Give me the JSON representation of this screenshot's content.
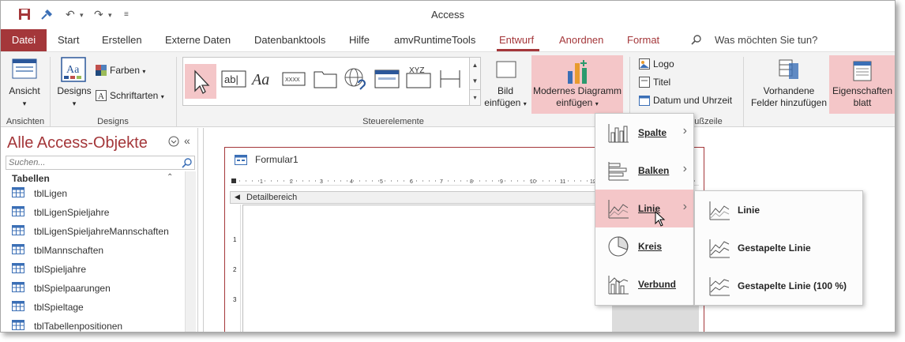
{
  "app": {
    "title": "Access"
  },
  "tabs": {
    "datei": "Datei",
    "start": "Start",
    "erstellen": "Erstellen",
    "externe": "Externe Daten",
    "dbtools": "Datenbanktools",
    "hilfe": "Hilfe",
    "runtime": "amvRuntimeTools",
    "entwurf": "Entwurf",
    "anordnen": "Anordnen",
    "format": "Format",
    "tellme": "Was möchten Sie tun?"
  },
  "ribbon": {
    "ansicht": "Ansicht",
    "ansichten_group": "Ansichten",
    "designs": "Designs",
    "designs_group": "Designs",
    "farben": "Farben",
    "schriftarten": "Schriftarten",
    "steuerelemente_group": "Steuerelemente",
    "bild_line1": "Bild",
    "bild_line2": "einfügen",
    "modern_line1": "Modernes Diagramm",
    "modern_line2": "einfügen",
    "logo": "Logo",
    "titel": "Titel",
    "datum": "Datum und Uhrzeit",
    "kopf_group": "ußzeile",
    "vorhandene_line1": "Vorhandene",
    "vorhandene_line2": "Felder hinzufügen",
    "eigenschaften_line1": "Eigenschaften",
    "eigenschaften_line2": "blatt",
    "gallery_text": "XYZ"
  },
  "nav": {
    "title": "Alle Access-Objekte",
    "search_placeholder": "Suchen...",
    "section": "Tabellen",
    "items": [
      "tblLigen",
      "tblLigenSpieljahre",
      "tblLigenSpieljahreMannschaften",
      "tblMannschaften",
      "tblSpieljahre",
      "tblSpielpaarungen",
      "tblSpieltage",
      "tblTabellenpositionen"
    ]
  },
  "form": {
    "title": "Formular1",
    "detail": "Detailbereich",
    "ruler_v_labels": [
      "1",
      "2",
      "3"
    ]
  },
  "chart_menu": {
    "items": [
      {
        "label": "Spalte",
        "icon": "column-chart-icon"
      },
      {
        "label": "Balken",
        "icon": "bar-chart-icon"
      },
      {
        "label": "Linie",
        "icon": "line-chart-icon"
      },
      {
        "label": "Kreis",
        "icon": "pie-chart-icon"
      },
      {
        "label": "Verbund",
        "icon": "combo-chart-icon"
      }
    ]
  },
  "line_submenu": {
    "items": [
      {
        "label": "Linie",
        "icon": "line-chart-icon"
      },
      {
        "label": "Gestapelte Linie",
        "icon": "stacked-line-chart-icon"
      },
      {
        "label": "Gestapelte Linie (100 %)",
        "icon": "stacked-line-100-chart-icon"
      }
    ]
  },
  "colors": {
    "accent": "#a4373a",
    "highlight": "#f4c6c8"
  }
}
